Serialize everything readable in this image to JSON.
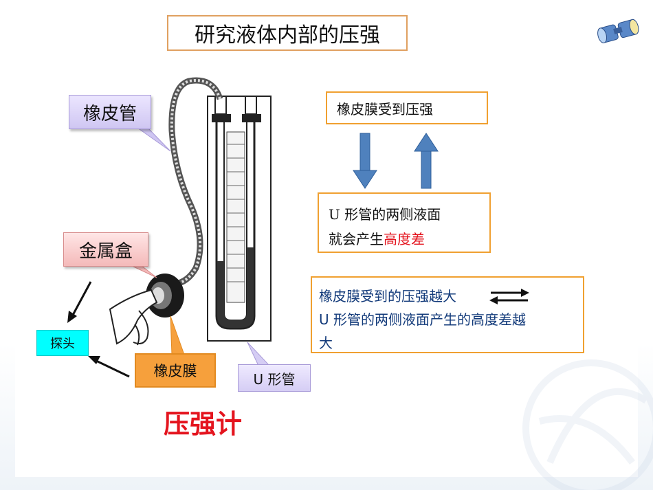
{
  "title": "研究液体内部的压强",
  "labels": {
    "rubber_tube": "橡皮管",
    "metal_box": "金属盒",
    "probe": "探头",
    "rubber_membrane": "橡皮膜",
    "u_tube": "U 形管"
  },
  "instrument_name": "压强计",
  "box_a": "橡皮膜受到压强",
  "box_b": {
    "line1": "U 形管的两侧液面",
    "line2_prefix": "就会产生",
    "line2_highlight": "高度差"
  },
  "box_c": {
    "line1": "橡皮膜受到的压强越大",
    "line2": "U 形管的两侧液面产生的高度差越",
    "line3": "大"
  },
  "colors": {
    "title_border": "#e0a060",
    "box_border": "#f0a030",
    "highlight_red": "#e4141e",
    "arrow_blue": "#4f81bd",
    "blue_text": "#123a7a",
    "probe_fill": "#00ffff",
    "membrane_fill": "#f6a03c"
  },
  "icons": {
    "binoculars": "binoculars-icon",
    "arrow_down": "arrow-down-icon",
    "arrow_up": "arrow-up-icon",
    "double_arrow": "double-arrow-icon"
  }
}
